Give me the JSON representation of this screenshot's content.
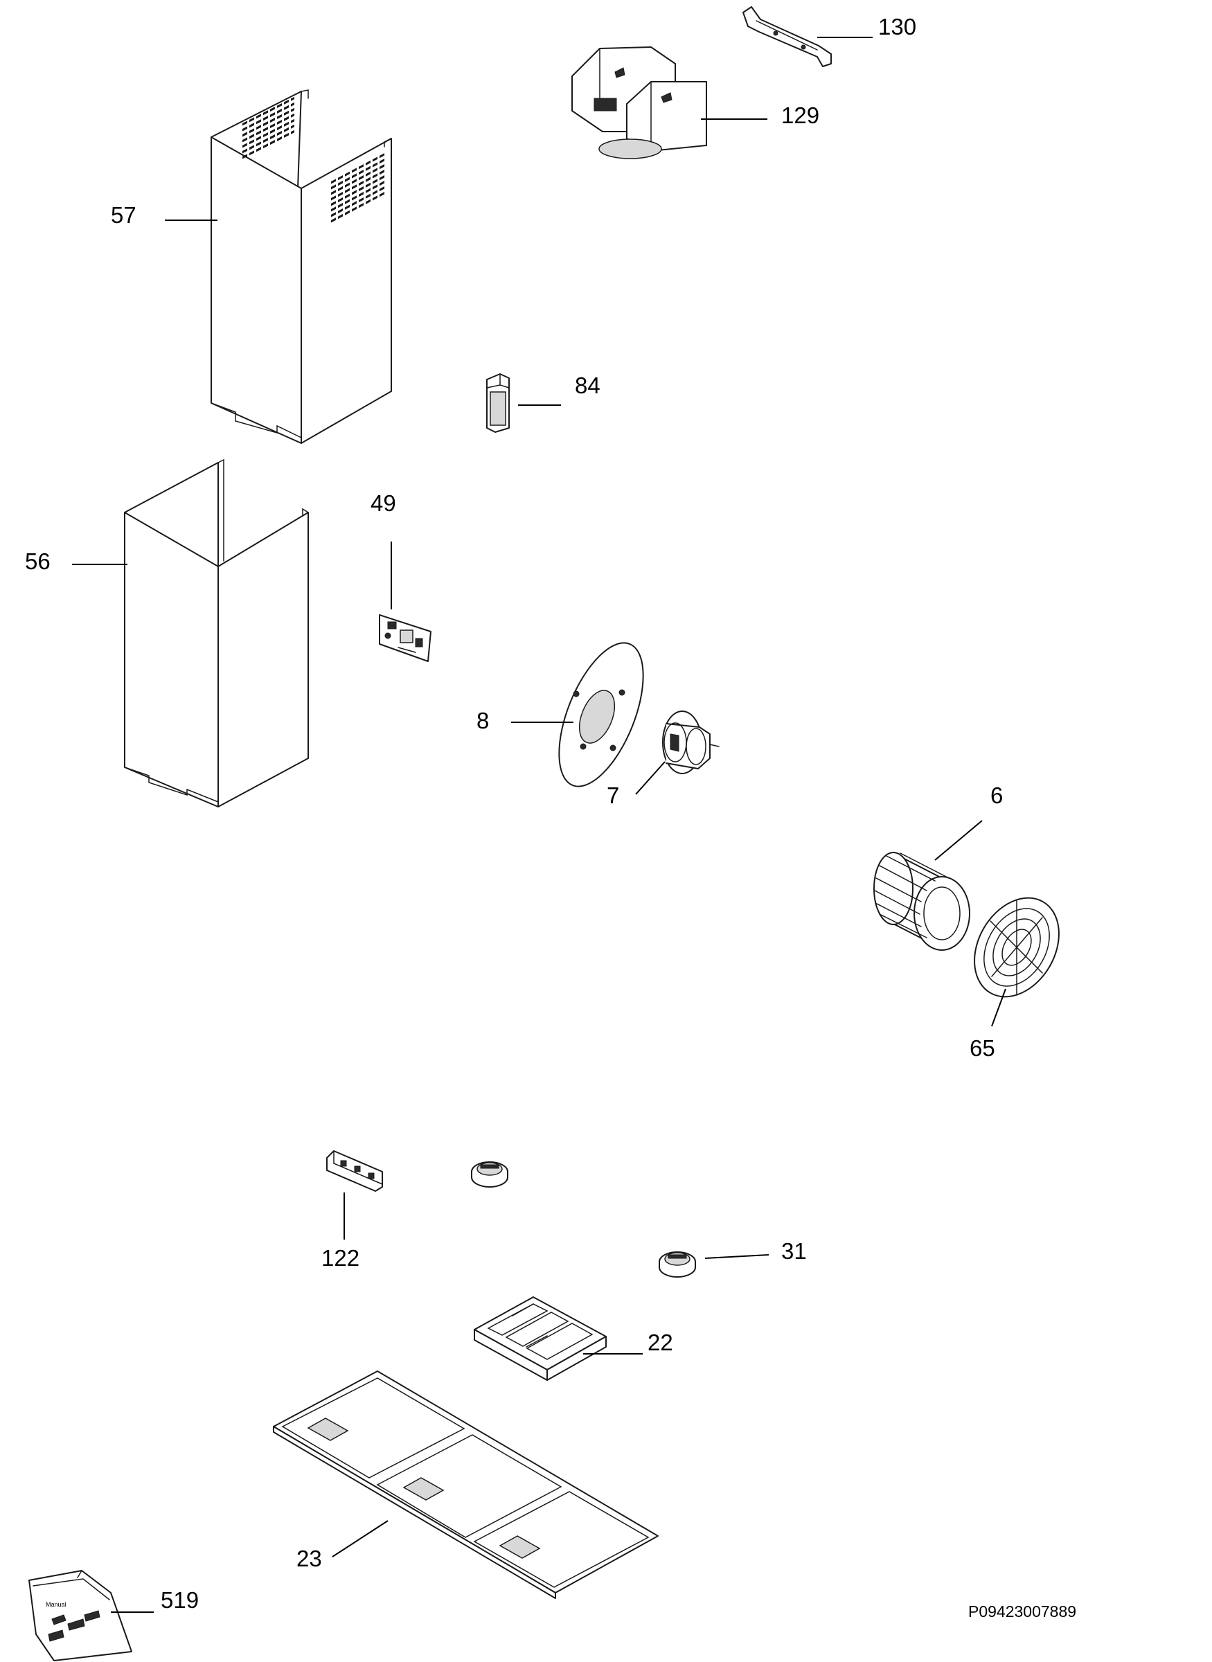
{
  "diagram": {
    "reference_code": "P09423007889",
    "parts": [
      {
        "id": "p130",
        "label": "130"
      },
      {
        "id": "p129",
        "label": "129"
      },
      {
        "id": "p57",
        "label": "57"
      },
      {
        "id": "p84",
        "label": "84"
      },
      {
        "id": "p56",
        "label": "56"
      },
      {
        "id": "p49",
        "label": "49"
      },
      {
        "id": "p8",
        "label": "8"
      },
      {
        "id": "p7",
        "label": "7"
      },
      {
        "id": "p6",
        "label": "6"
      },
      {
        "id": "p65",
        "label": "65"
      },
      {
        "id": "p122",
        "label": "122"
      },
      {
        "id": "p31",
        "label": "31"
      },
      {
        "id": "p22",
        "label": "22"
      },
      {
        "id": "p23",
        "label": "23"
      },
      {
        "id": "p519",
        "label": "519"
      }
    ],
    "bag_text": "Manual"
  }
}
